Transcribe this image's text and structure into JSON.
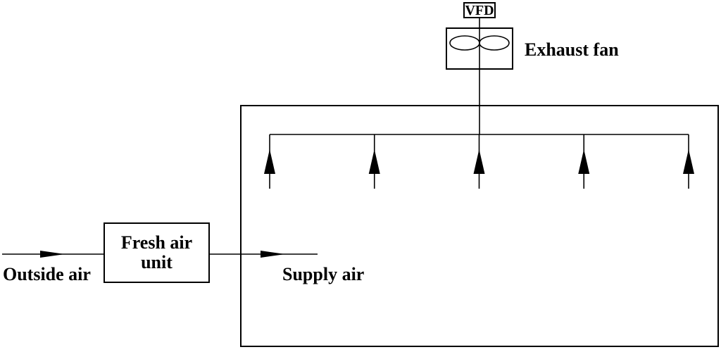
{
  "colors": {
    "background": "#ffffff",
    "line": "#000000",
    "text": "#000000"
  },
  "diagram": {
    "vfd": {
      "label": "VFD"
    },
    "exhaust_fan": {
      "label": "Exhaust fan"
    },
    "fresh_air_unit": {
      "label_line1": "Fresh air",
      "label_line2": "unit"
    },
    "flows": {
      "outside_air": {
        "label": "Outside air"
      },
      "supply_air": {
        "label": "Supply air"
      }
    },
    "room": {
      "exhaust_branch_count": 5
    }
  }
}
